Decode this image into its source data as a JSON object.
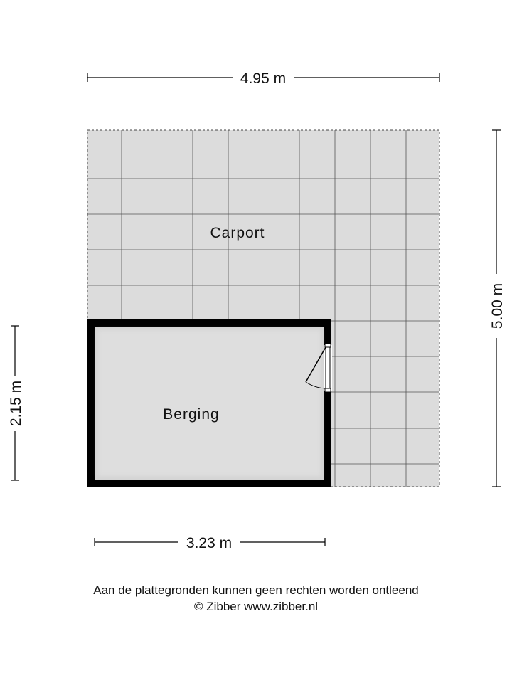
{
  "dimensions": {
    "top_width": "4.95 m",
    "right_height": "5.00 m",
    "left_height": "2.15 m",
    "bottom_width": "3.23 m"
  },
  "rooms": {
    "carport": "Carport",
    "berging": "Berging"
  },
  "footer": {
    "disclaimer": "Aan de plattegronden kunnen geen rechten worden ontleend",
    "copyright": "© Zibber www.zibber.nl"
  },
  "colors": {
    "floor_fill": "#dcdcdc",
    "grid_line": "#555555",
    "wall": "#000000",
    "background": "#ffffff"
  }
}
